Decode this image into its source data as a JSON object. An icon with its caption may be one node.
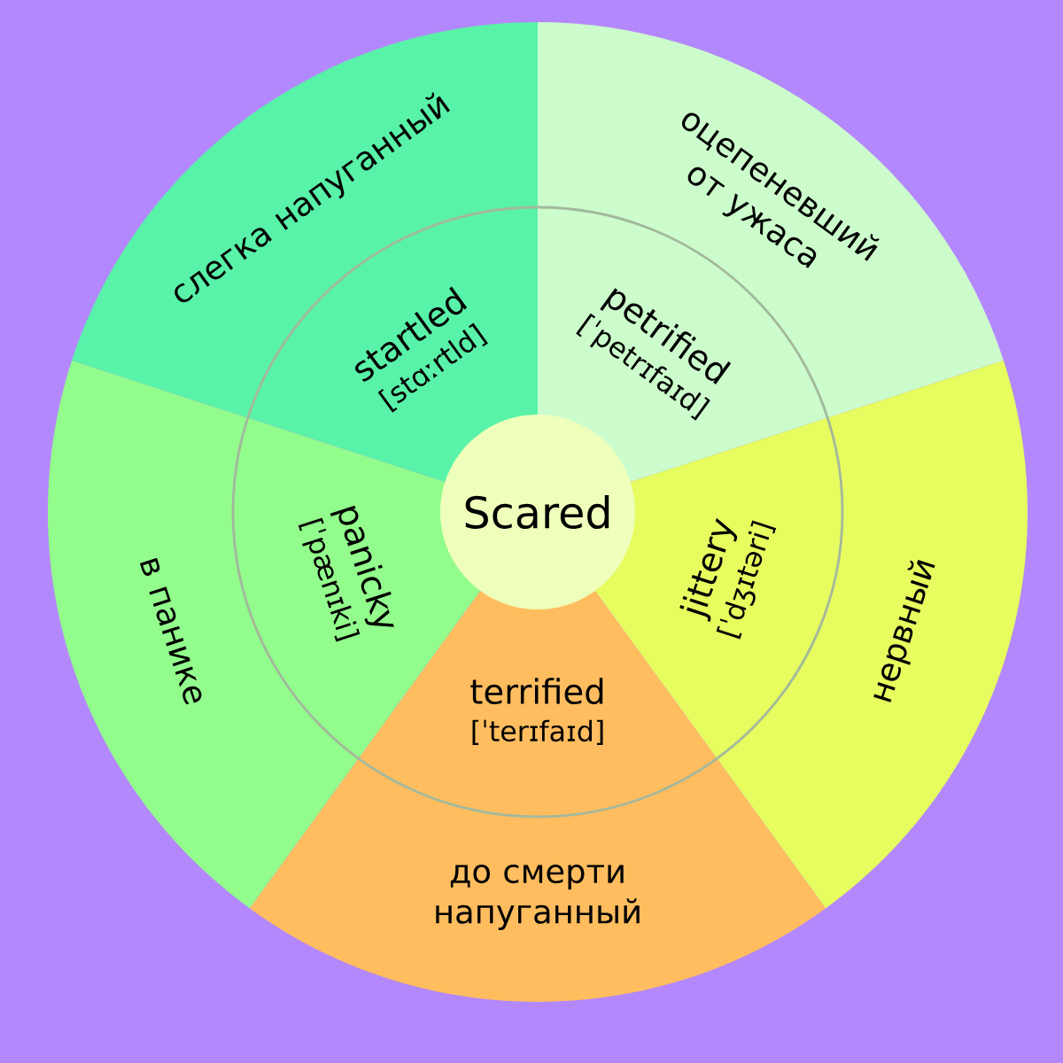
{
  "diagram": {
    "nodes": [
      {
        "text": [
          "Scared"
        ]
      },
      {
        "text": [
          "startled",
          "[stɑːrtld]",
          "слегка напуганный"
        ]
      },
      {
        "text": [
          "petrified",
          "[ˈpetrɪfaɪd]",
          "оцепеневший от ужаса"
        ]
      },
      {
        "text": [
          "panicky",
          "[ˈpænɪki]",
          "в панике"
        ]
      },
      {
        "text": [
          "jittery",
          "[ˈdʒɪtəri]",
          "нервный"
        ]
      },
      {
        "text": [
          "terrified",
          "[ˈterɪfaɪd]",
          "до смерти напуганный"
        ]
      }
    ]
  }
}
